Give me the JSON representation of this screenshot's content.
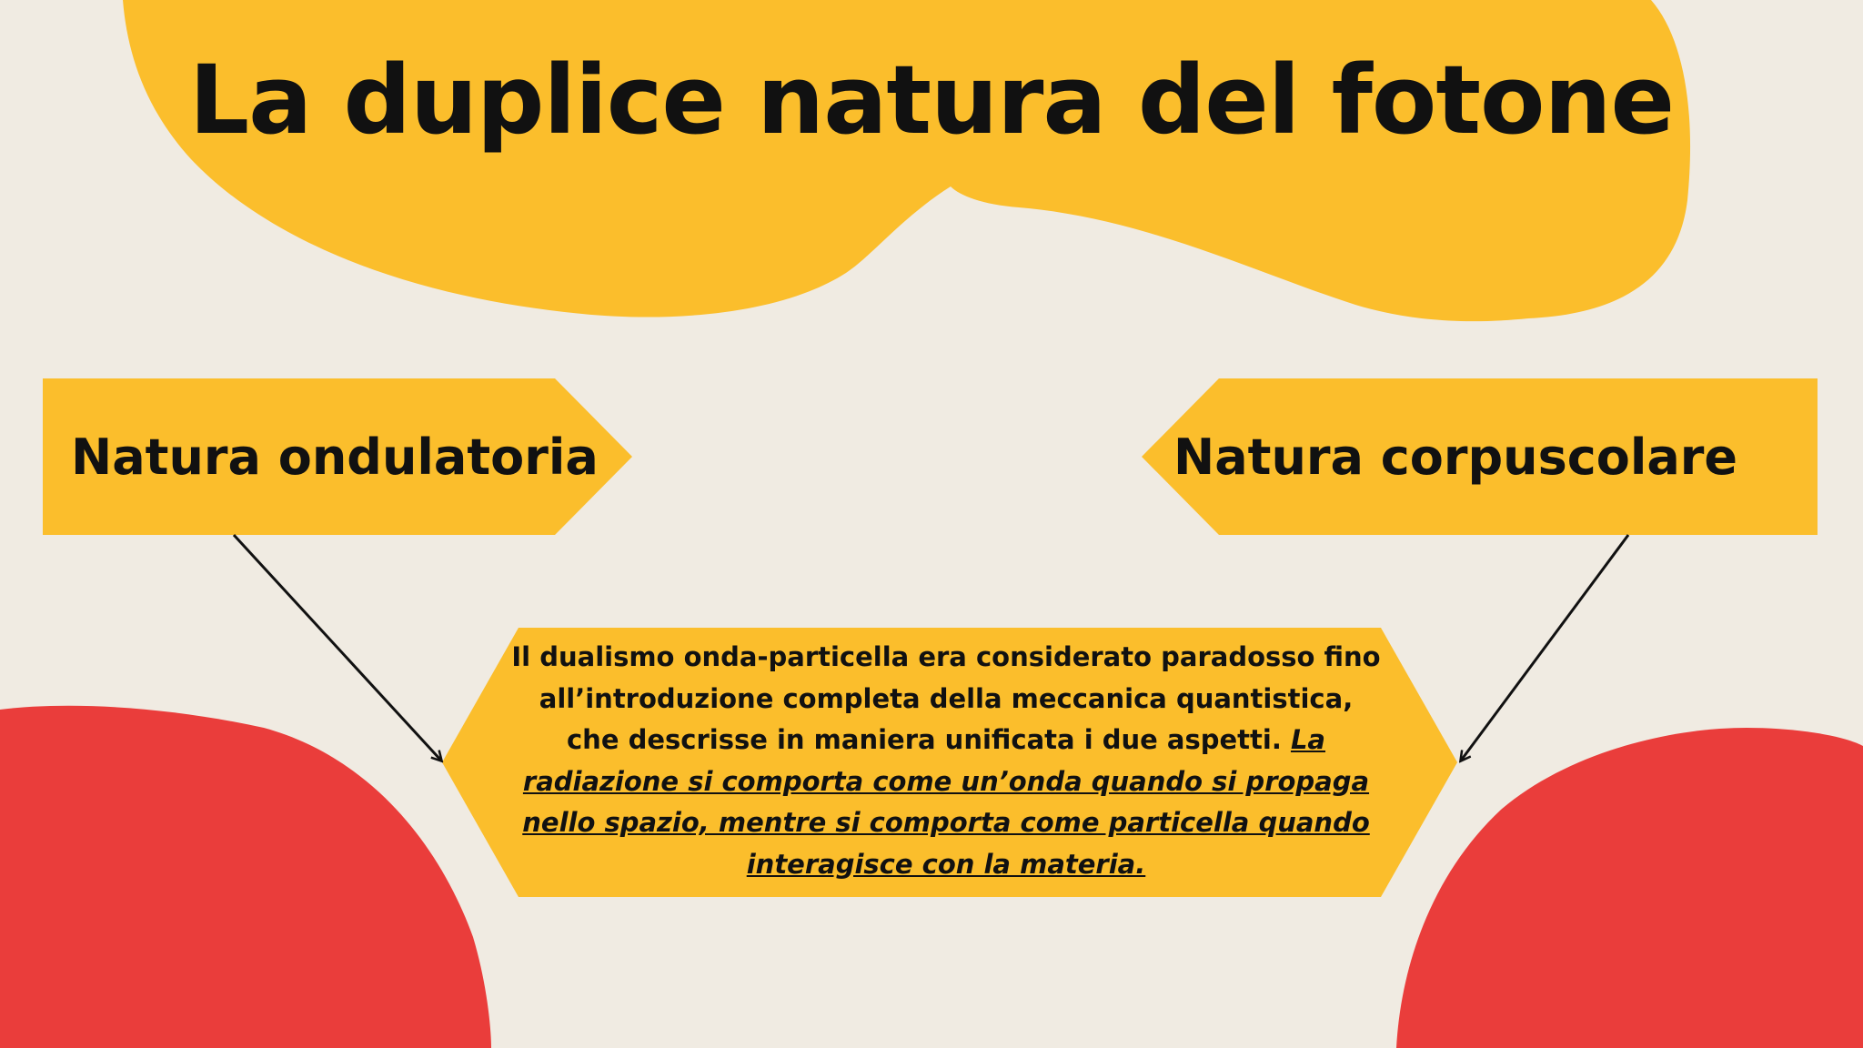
{
  "title": "La duplice natura del fotone",
  "left_node": {
    "label": "Natura ondulatoria"
  },
  "right_node": {
    "label": "Natura corpuscolare"
  },
  "center_node": {
    "text_plain": " Il dualismo onda-particella era considerato paradosso fino all’introduzione completa della meccanica quantistica, che descrisse in maniera unificata i due aspetti. ",
    "text_emphasis": "La radiazione si comporta come un’onda quando si propaga nello spazio, mentre si comporta come particella quando interagisce con la materia."
  },
  "colors": {
    "background": "#f0ebe2",
    "accent_yellow": "#fbbe2c",
    "accent_red": "#ea3d3b",
    "text": "#111111"
  }
}
